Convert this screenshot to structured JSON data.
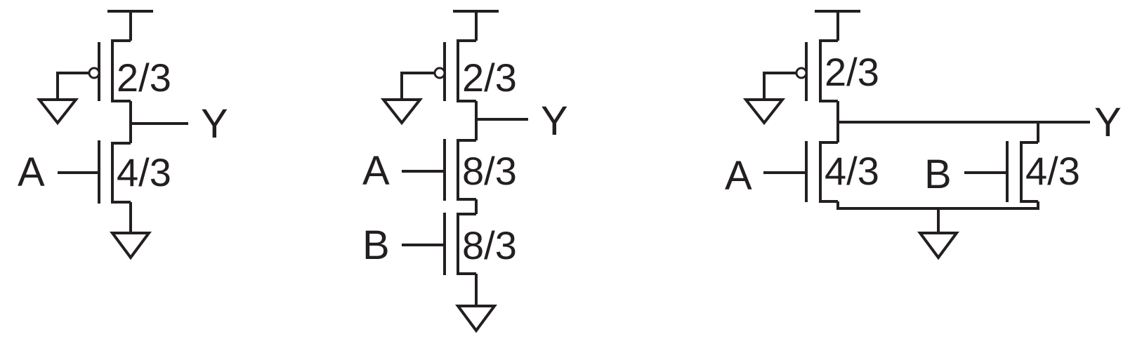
{
  "circuits": [
    {
      "name": "inverter",
      "pmos_size": "2/3",
      "nmos_sizes": [
        "4/3"
      ],
      "inputs": [
        "A"
      ],
      "output": "Y"
    },
    {
      "name": "series-nmos",
      "pmos_size": "2/3",
      "nmos_sizes": [
        "8/3",
        "8/3"
      ],
      "inputs": [
        "A",
        "B"
      ],
      "output": "Y"
    },
    {
      "name": "parallel-nmos",
      "pmos_size": "2/3",
      "nmos_sizes": [
        "4/3",
        "4/3"
      ],
      "inputs": [
        "A",
        "B"
      ],
      "output": "Y"
    }
  ],
  "colors": {
    "ink": "#231f20",
    "background": "#ffffff"
  }
}
